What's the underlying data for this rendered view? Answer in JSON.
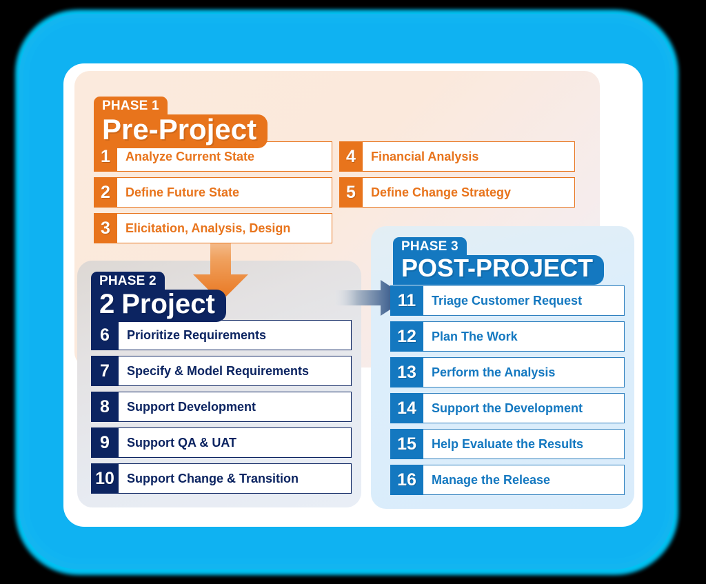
{
  "colors": {
    "orange": "#e8741c",
    "navy": "#0c2461",
    "blue": "#1478c0",
    "frame_cyan": "#0fb2f2",
    "background": "#000000",
    "panel_phase1": "#fbe9dc",
    "panel_phase2": "#e4e2e3",
    "panel_phase3": "#ddeefb",
    "arrow_down": "#ed8b3a",
    "arrow_right": "#8a9aac"
  },
  "phases": [
    {
      "tag": "PHASE 1",
      "lead_number": "",
      "title": "Pre-Project",
      "accent": "orange",
      "steps": [
        {
          "num": "1",
          "label": "Analyze Current State"
        },
        {
          "num": "2",
          "label": "Define Future State"
        },
        {
          "num": "3",
          "label": "Elicitation, Analysis, Design"
        },
        {
          "num": "4",
          "label": "Financial Analysis"
        },
        {
          "num": "5",
          "label": "Define Change Strategy"
        }
      ]
    },
    {
      "tag": "PHASE 2",
      "lead_number": "2",
      "title": "Project",
      "accent": "navy",
      "steps": [
        {
          "num": "6",
          "label": "Prioritize Requirements"
        },
        {
          "num": "7",
          "label": "Specify & Model Requirements"
        },
        {
          "num": "8",
          "label": "Support Development"
        },
        {
          "num": "9",
          "label": "Support QA & UAT"
        },
        {
          "num": "10",
          "label": "Support Change & Transition"
        }
      ]
    },
    {
      "tag": "PHASE 3",
      "lead_number": "",
      "title": "POST-PROJECT",
      "accent": "blue",
      "steps": [
        {
          "num": "11",
          "label": "Triage Customer Request"
        },
        {
          "num": "12",
          "label": "Plan The Work"
        },
        {
          "num": "13",
          "label": "Perform the Analysis"
        },
        {
          "num": "14",
          "label": "Support the Development"
        },
        {
          "num": "15",
          "label": "Help Evaluate the Results"
        },
        {
          "num": "16",
          "label": "Manage the Release"
        }
      ]
    }
  ],
  "arrows": [
    {
      "name": "arrow-down-phase1-to-phase2",
      "direction": "down"
    },
    {
      "name": "arrow-right-phase2-to-phase3",
      "direction": "right"
    }
  ]
}
